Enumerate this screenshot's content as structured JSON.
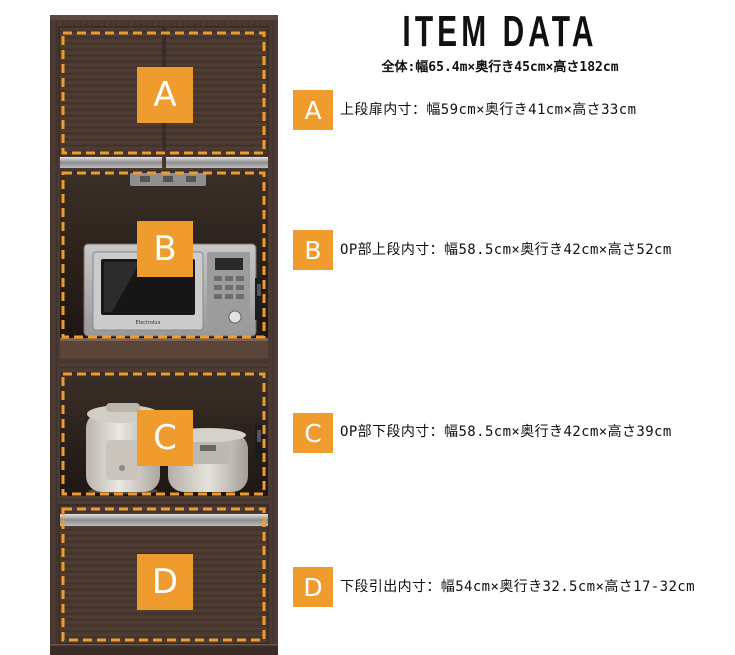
{
  "title": "ITEM DATA",
  "overall": "全体:幅65.4m×奥行き45cm×高さ182cm",
  "sections": [
    {
      "label": "A",
      "text": "上段扉内寸：幅59cm×奥行き41cm×高さ33cm"
    },
    {
      "label": "B",
      "text": "OP部上段内寸：幅58.5cm×奥行き42cm×高さ52cm"
    },
    {
      "label": "C",
      "text": "OP部下段内寸：幅58.5cm×奥行き42cm×高さ39cm"
    },
    {
      "label": "D",
      "text": "下段引出内寸：幅54cm×奥行き32.5cm×高さ17-32cm"
    }
  ],
  "appliances": {
    "microwave_brand": "Electrolux"
  },
  "colors": {
    "accent": "#EF9B2E",
    "cabinet": "#4A3A30",
    "text": "#111111"
  }
}
